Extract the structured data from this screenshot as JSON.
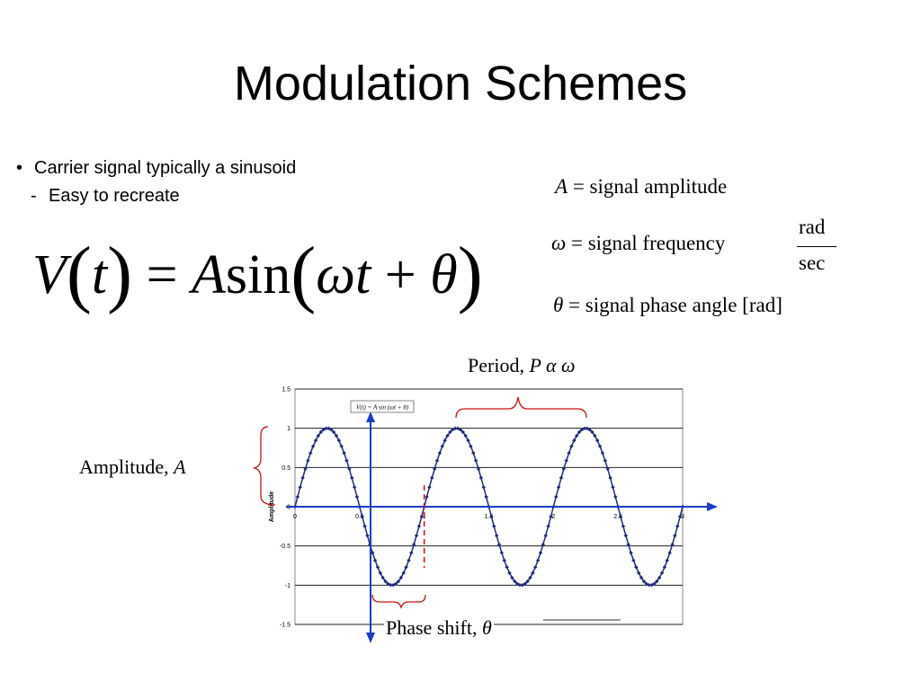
{
  "slide": {
    "title": "Modulation Schemes",
    "bullet": "Carrier signal typically a sinusoid",
    "bullet_marker": "•",
    "subbullet": "Easy to recreate",
    "subbullet_marker": "-"
  },
  "equation": {
    "lhs_V": "V",
    "lhs_t": "t",
    "eq": "=",
    "A": "A",
    "sin": "sin",
    "omega_t": "ωt",
    "plus": "+",
    "theta": "θ"
  },
  "definitions": {
    "amplitude_sym": "A",
    "amplitude_text": "= signal amplitude",
    "frequency_sym": "ω",
    "frequency_text": "= signal frequency",
    "frequency_unit_num": "rad",
    "frequency_unit_den": "sec",
    "phase_sym": "θ",
    "phase_text": "= signal phase angle",
    "phase_unit": "rad"
  },
  "annotations": {
    "period_text": "Period, ",
    "period_sym": "P α ω",
    "amplitude_text": "Amplitude, ",
    "amplitude_sym": "A",
    "phase_text": "Phase shift, ",
    "phase_sym": "θ"
  },
  "colors": {
    "curve": "#1f2a80",
    "axes_arrow": "#1a3ccc",
    "brace": "#cc1111",
    "gridline": "#000000"
  },
  "chart_data": {
    "type": "line",
    "title": "",
    "inset_label": "V(t) = A sin (ωt + θ)",
    "xlabel": "",
    "ylabel": "Amplitude",
    "xlim": [
      0,
      3
    ],
    "ylim": [
      -1.5,
      1.5
    ],
    "x_ticks": [
      "0",
      "0.5",
      "1",
      "1.5",
      "2",
      "2.5",
      "3"
    ],
    "y_ticks": [
      "1.5",
      "1",
      "0.5",
      "0",
      "-0.5",
      "-1",
      "-1.5"
    ],
    "grid": "horizontal",
    "series": [
      {
        "amplitude": 1,
        "period": 1,
        "phase_shift_x": 0.0,
        "x_step": 0.02,
        "marker": "diamond"
      }
    ],
    "phase_shift_marker_x": 1.0
  }
}
